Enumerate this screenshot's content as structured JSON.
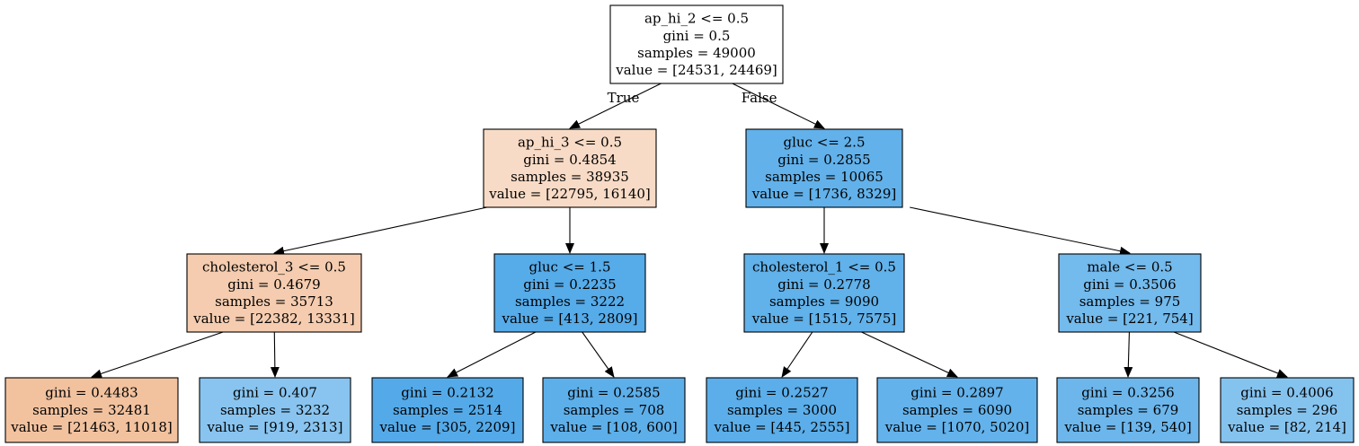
{
  "tree": {
    "nodes": [
      {
        "id": "root",
        "lines": [
          "ap_hi_2 <= 0.5",
          "gini = 0.5",
          "samples = 49000",
          "value = [24531, 24469]"
        ],
        "fill": "#ffffff"
      },
      {
        "id": "l",
        "lines": [
          "ap_hi_3 <= 0.5",
          "gini = 0.4854",
          "samples = 38935",
          "value = [22795, 16140]"
        ],
        "fill": "#f8dbc6"
      },
      {
        "id": "r",
        "lines": [
          "gluc <= 2.5",
          "gini = 0.2855",
          "samples = 10065",
          "value = [1736, 8329]"
        ],
        "fill": "#62b1ea"
      },
      {
        "id": "ll",
        "lines": [
          "cholesterol_3 <= 0.5",
          "gini = 0.4679",
          "samples = 35713",
          "value = [22382, 13331]"
        ],
        "fill": "#f5ccaf"
      },
      {
        "id": "lr",
        "lines": [
          "gluc <= 1.5",
          "gini = 0.2235",
          "samples = 3222",
          "value = [413, 2809]"
        ],
        "fill": "#56abe9"
      },
      {
        "id": "rl",
        "lines": [
          "cholesterol_1 <= 0.5",
          "gini = 0.2778",
          "samples = 9090",
          "value = [1515, 7575]"
        ],
        "fill": "#61b1ea"
      },
      {
        "id": "rr",
        "lines": [
          "male <= 0.5",
          "gini = 0.3506",
          "samples = 975",
          "value = [221, 754]"
        ],
        "fill": "#73baed"
      },
      {
        "id": "lll",
        "lines": [
          "gini = 0.4483",
          "samples = 32481",
          "value = [21463, 11018]"
        ],
        "fill": "#f2c29f"
      },
      {
        "id": "llr",
        "lines": [
          "gini = 0.407",
          "samples = 3232",
          "value = [919, 2313]"
        ],
        "fill": "#88c4ef"
      },
      {
        "id": "lrl",
        "lines": [
          "gini = 0.2132",
          "samples = 2514",
          "value = [305, 2209]"
        ],
        "fill": "#54aae9"
      },
      {
        "id": "lrr",
        "lines": [
          "gini = 0.2585",
          "samples = 708",
          "value = [108, 600]"
        ],
        "fill": "#5dafea"
      },
      {
        "id": "rll",
        "lines": [
          "gini = 0.2527",
          "samples = 3000",
          "value = [445, 2555]"
        ],
        "fill": "#5baeea"
      },
      {
        "id": "rlr",
        "lines": [
          "gini = 0.2897",
          "samples = 6090",
          "value = [1070, 5020]"
        ],
        "fill": "#63b2eb"
      },
      {
        "id": "rrl",
        "lines": [
          "gini = 0.3256",
          "samples = 679",
          "value = [139, 540]"
        ],
        "fill": "#6cb6ec"
      },
      {
        "id": "rrr",
        "lines": [
          "gini = 0.4006",
          "samples = 296",
          "value = [82, 214]"
        ],
        "fill": "#85c3ef"
      }
    ],
    "edges": [
      {
        "from": "root",
        "to": "l",
        "label": "True"
      },
      {
        "from": "root",
        "to": "r",
        "label": "False"
      },
      {
        "from": "l",
        "to": "ll",
        "label": ""
      },
      {
        "from": "l",
        "to": "lr",
        "label": ""
      },
      {
        "from": "r",
        "to": "rl",
        "label": ""
      },
      {
        "from": "r",
        "to": "rr",
        "label": ""
      },
      {
        "from": "ll",
        "to": "lll",
        "label": ""
      },
      {
        "from": "ll",
        "to": "llr",
        "label": ""
      },
      {
        "from": "lr",
        "to": "lrl",
        "label": ""
      },
      {
        "from": "lr",
        "to": "lrr",
        "label": ""
      },
      {
        "from": "rl",
        "to": "rll",
        "label": ""
      },
      {
        "from": "rl",
        "to": "rlr",
        "label": ""
      },
      {
        "from": "rr",
        "to": "rrl",
        "label": ""
      },
      {
        "from": "rr",
        "to": "rrr",
        "label": ""
      }
    ]
  }
}
